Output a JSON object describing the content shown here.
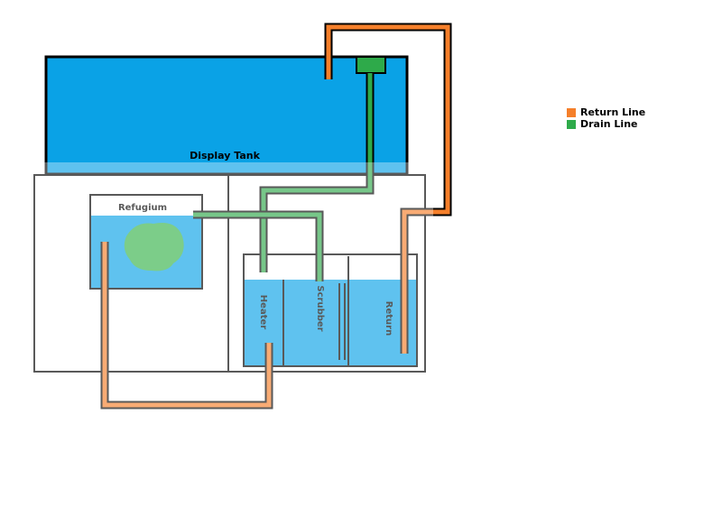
{
  "labels": {
    "display_tank": "Display Tank",
    "refugium": "Refugium",
    "heater": "Heater",
    "scrubber": "Scrubber",
    "return": "Return"
  },
  "legend": [
    {
      "label": "Return Line",
      "color": "#f57f2a"
    },
    {
      "label": "Drain Line",
      "color": "#2eaa4a"
    }
  ],
  "colors": {
    "water": "#0aa2e6",
    "return_line": "#f57f2a",
    "drain_line": "#2eaa4a",
    "algae": "#36b24a",
    "outline": "#000000",
    "faded_return": "#f7c9a4"
  }
}
